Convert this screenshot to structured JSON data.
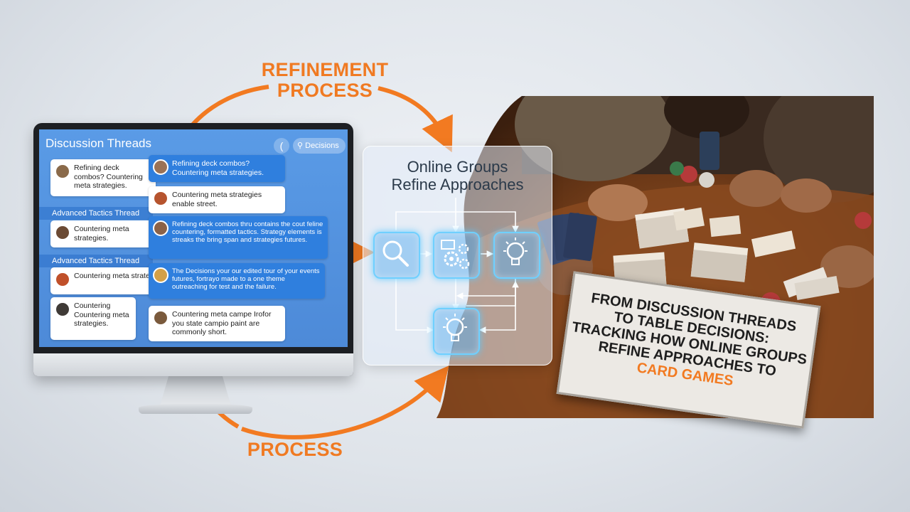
{
  "labels": {
    "top": "REFINEMENT\nPROCESS",
    "bottom": "PROCESS"
  },
  "screen": {
    "title": "Discussion Threads",
    "back_glyph": "(",
    "search_label": "Decisions",
    "sections": [
      "Advanced Tactics Thread",
      "Advanced Tactics Thread"
    ],
    "left_posts": [
      "Refining deck combos? Countering meta strategies.",
      "Countering meta strategies.",
      "Countering meta strategies.",
      "Countering Countering meta strategies."
    ],
    "right_posts": [
      "Refining deck combos? Countering meta strategies.",
      "Countering meta strategies enable street.",
      "Refining deck combos thru contains the cout feline countering, formatted tactics. Strategy elements is streaks the bring span and strategies futures.",
      "The Decisions your our edited tour of your events futures, fortrayo made to a one theme outreaching for test and the failure.",
      "Countering meta campe Irofor you state campio paint are commonly short."
    ]
  },
  "diagram": {
    "title": "Online Groups\nRefine Approaches",
    "nodes": [
      {
        "icon": "search-icon"
      },
      {
        "icon": "gears-icon"
      },
      {
        "icon": "lightbulb-icon"
      },
      {
        "icon": "lightbulb-icon"
      }
    ]
  },
  "sign": {
    "line1": "FROM DISCUSSION THREADS",
    "line2": "TO TABLE DECISIONS:",
    "line3": "TRACKING HOW ONLINE GROUPS",
    "line4": "REFINE APPROACHES TO",
    "line5": "CARD GAMES"
  },
  "colors": {
    "accent": "#f27a21",
    "screen": "#4d8ad8",
    "node_glow": "#6fd0ff"
  }
}
